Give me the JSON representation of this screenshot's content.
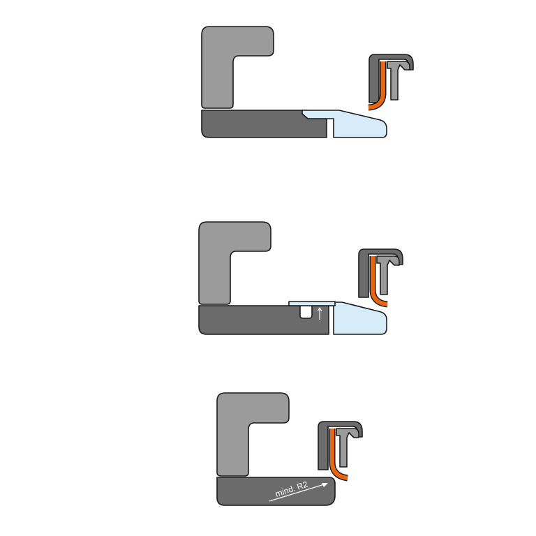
{
  "colors": {
    "background": "#ffffff",
    "tool_light_gray": "#9b9b9b",
    "tool_dark_gray": "#6b6b6b",
    "workpiece_light_blue": "#d7ecf9",
    "profile_orange": "#e8660f",
    "outline": "#1a1a1a",
    "annotation_white": "#ffffff"
  },
  "panels": [
    {
      "id": "step-1"
    },
    {
      "id": "step-2"
    },
    {
      "id": "step-3",
      "radius_annotation": "mind. R2"
    }
  ]
}
